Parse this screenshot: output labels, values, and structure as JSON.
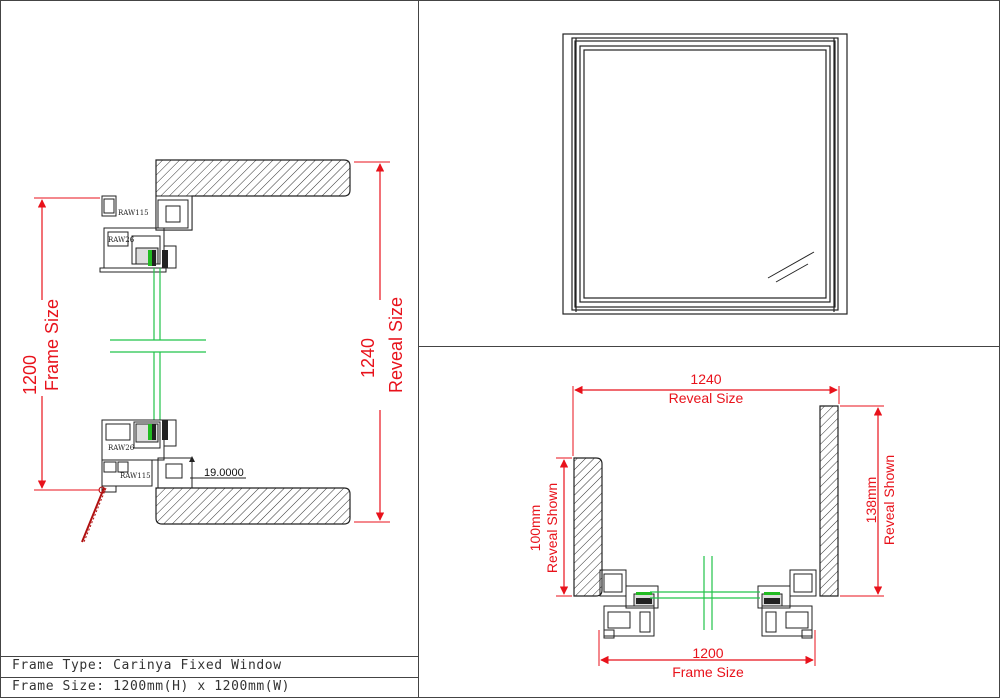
{
  "colors": {
    "dimension": "#e8121b",
    "glazing": "#22c34a",
    "line": "#222222",
    "border": "#444444"
  },
  "section_view": {
    "frame_dim_value": "1200",
    "frame_dim_label": "Frame Size",
    "reveal_dim_value": "1240",
    "reveal_dim_label": "Reveal Size",
    "gap_value": "19.0000",
    "profile_labels": [
      "RAW115",
      "RAW26",
      "RAW26",
      "RAW115"
    ]
  },
  "plan_view": {
    "reveal_dim_value": "1240",
    "reveal_dim_label": "Reveal Size",
    "frame_dim_value": "1200",
    "frame_dim_label": "Frame Size",
    "left_depth_value": "100mm",
    "left_depth_label": "Reveal Shown",
    "right_depth_value": "138mm",
    "right_depth_label": "Reveal Shown"
  },
  "title_block": {
    "frame_type": "Frame Type:  Carinya Fixed Window",
    "frame_size": "Frame Size:  1200mm(H) x 1200mm(W)"
  }
}
